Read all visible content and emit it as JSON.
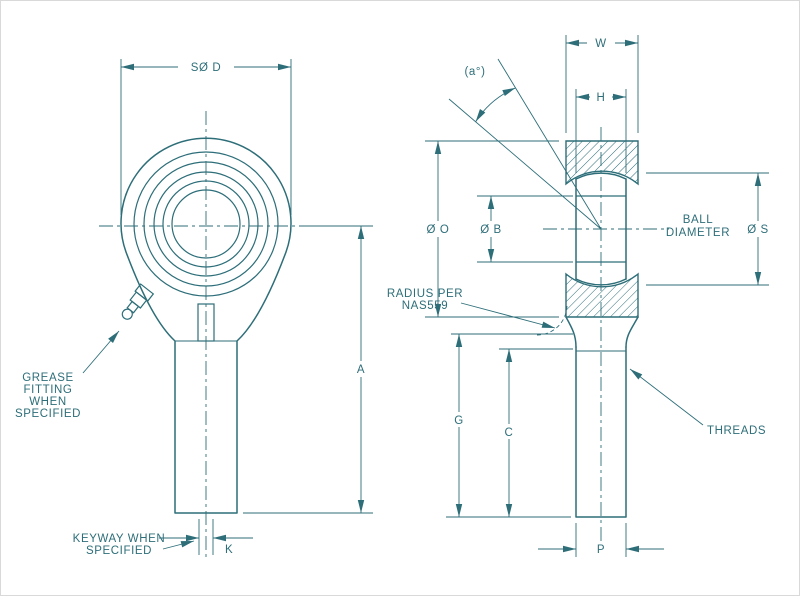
{
  "drawing": {
    "colors": {
      "line": "#2d6e79",
      "background": "#ffffff"
    },
    "front_view": {
      "dim_labels": {
        "spherical_diameter": "SØ D",
        "overall_length": "A",
        "keyway_width": "K"
      },
      "notes": {
        "grease_fitting": [
          "GREASE",
          "FITTING",
          "WHEN",
          "SPECIFIED"
        ],
        "keyway": [
          "KEYWAY WHEN",
          "SPECIFIED"
        ]
      }
    },
    "side_view": {
      "dim_labels": {
        "head_width": "W",
        "ball_width": "H",
        "misalignment_angle": "(a°)",
        "eye_outer_diameter": "Ø O",
        "bore_diameter": "Ø B",
        "ball_sphere_diameter": "Ø S",
        "grip_length": "G",
        "thread_length": "C",
        "shank_width": "P"
      },
      "notes": {
        "ball_diameter": [
          "BALL",
          "DIAMETER"
        ],
        "radius": [
          "RADIUS PER",
          "NAS559"
        ],
        "threads": "THREADS"
      }
    }
  }
}
